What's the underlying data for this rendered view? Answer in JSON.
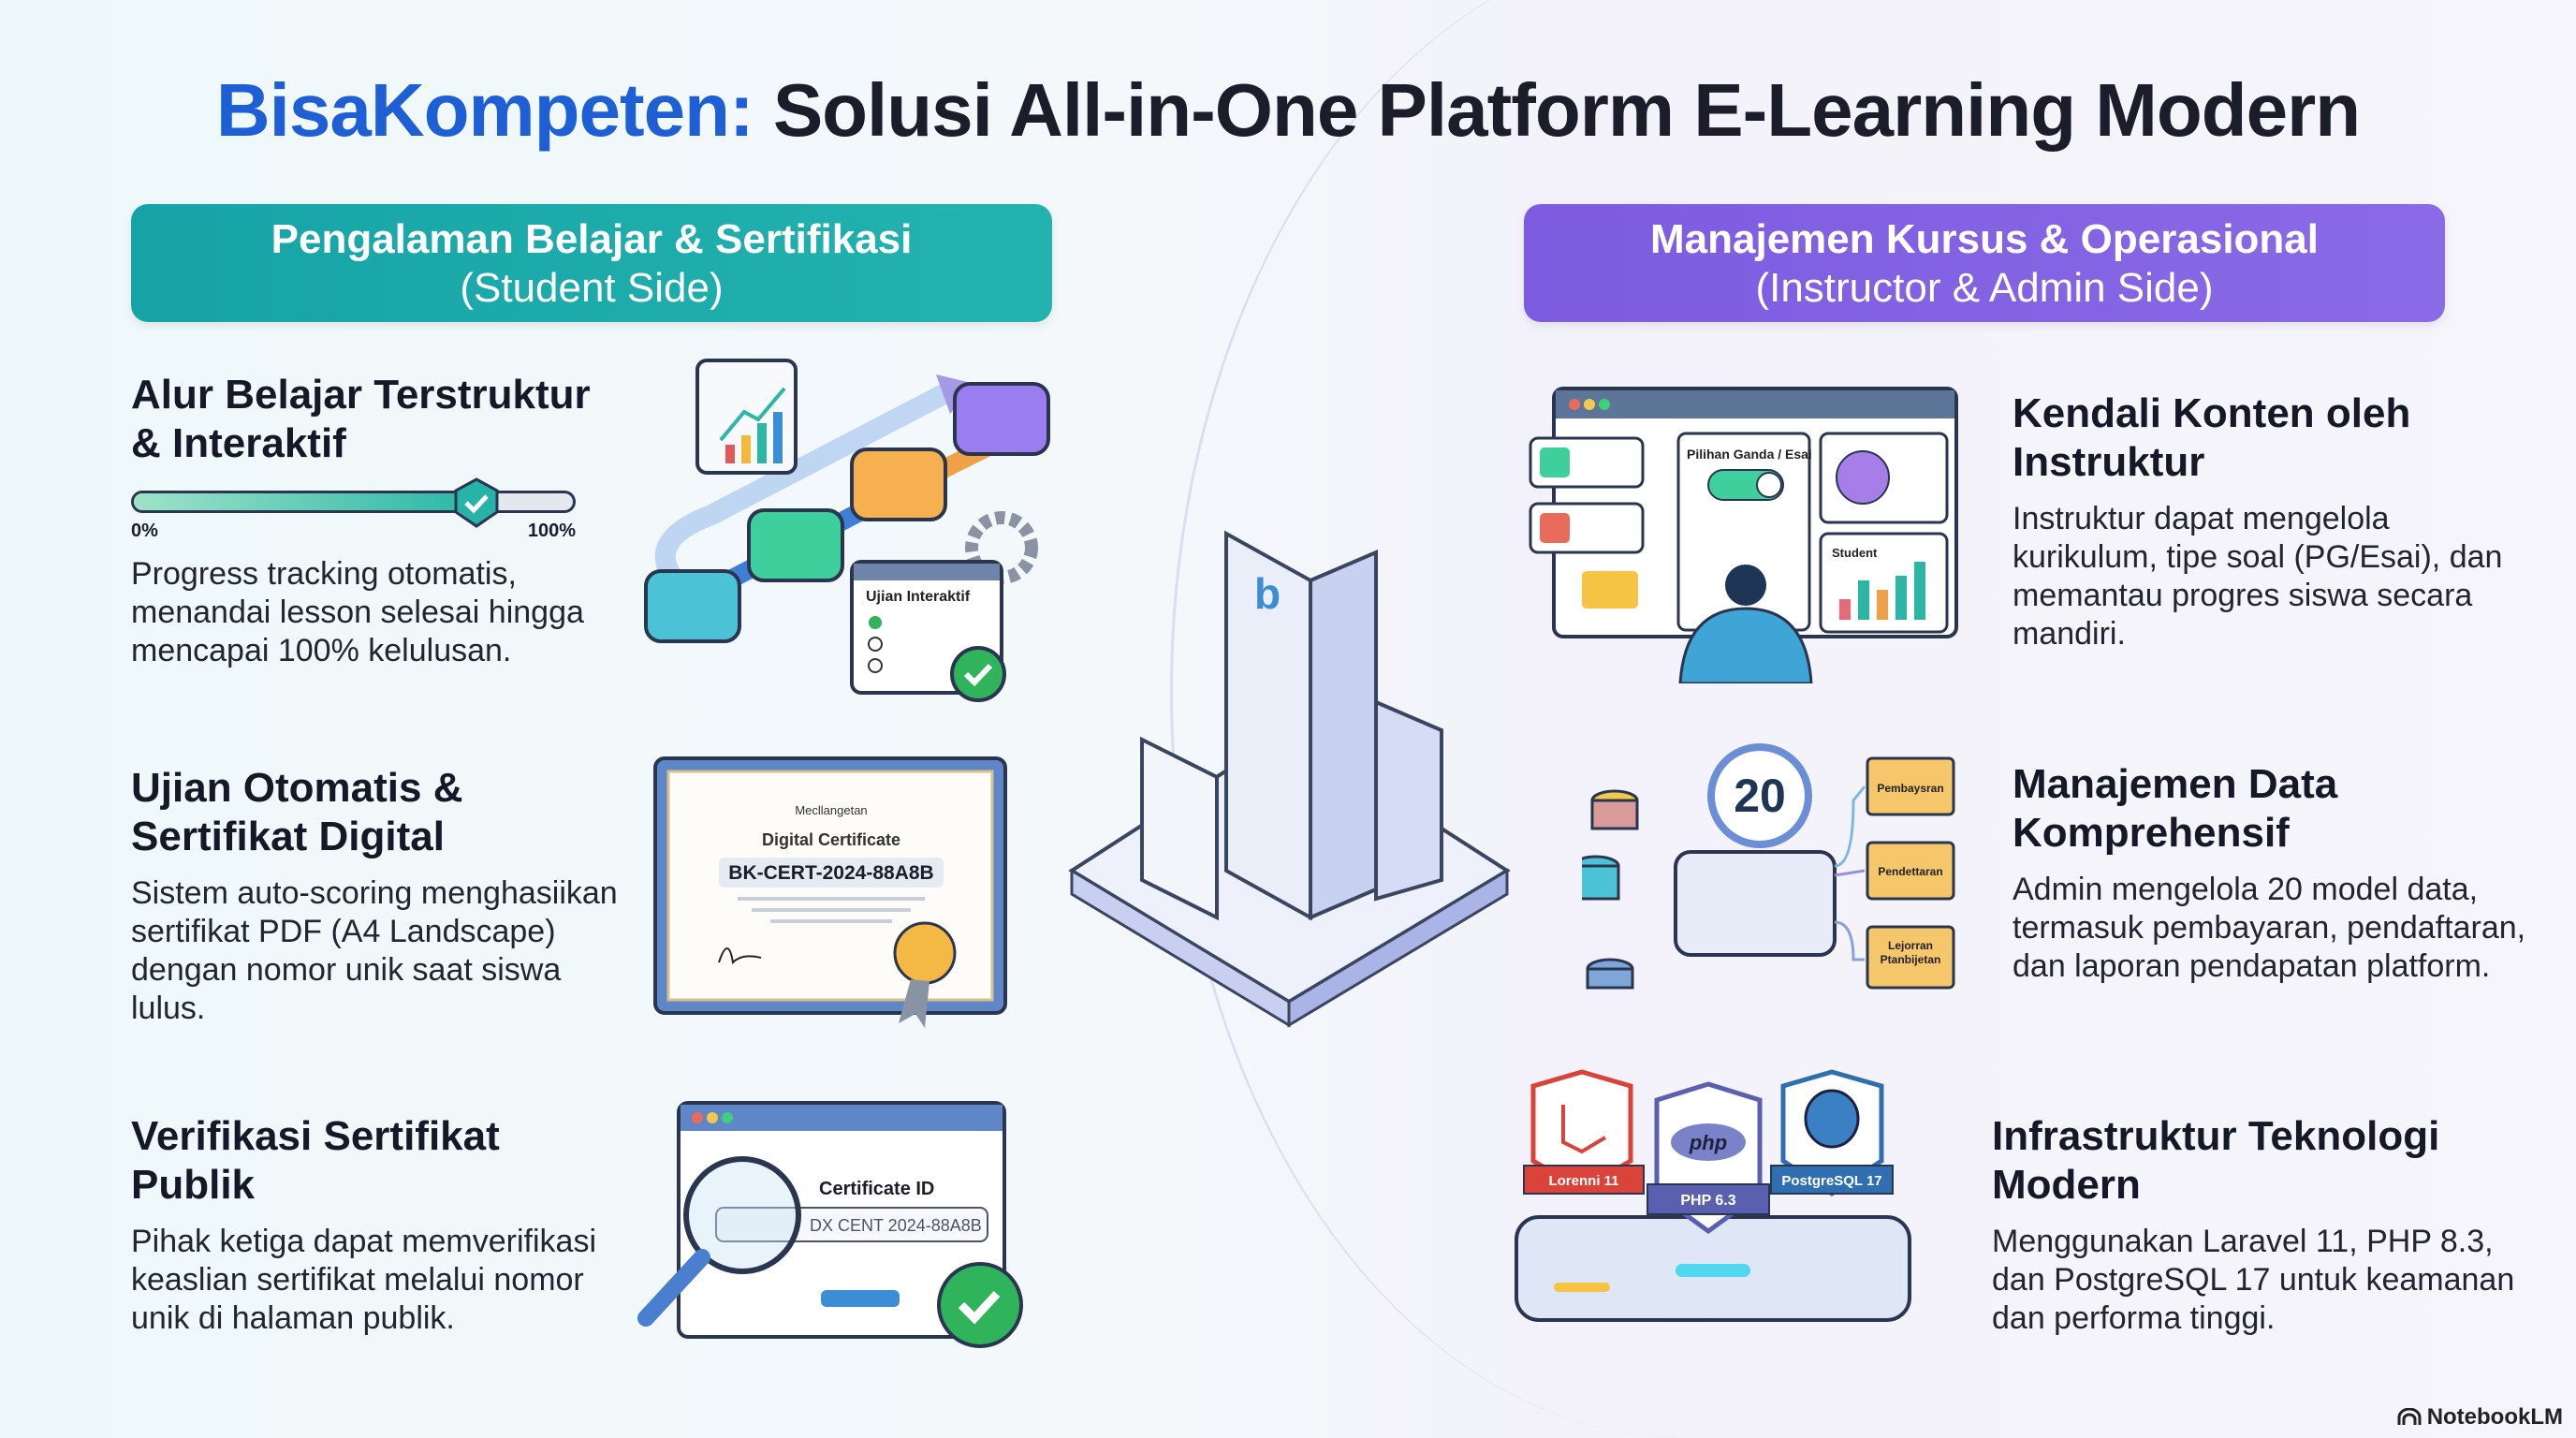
{
  "title": {
    "brand": "BisaKompeten:",
    "rest": " Solusi All-in-One Platform E-Learning Modern"
  },
  "left_banner": {
    "title": "Pengalaman Belajar & Sertifikasi",
    "subtitle": "(Student Side)"
  },
  "right_banner": {
    "title": "Manajemen Kursus & Operasional",
    "subtitle": "(Instructor & Admin Side)"
  },
  "student": [
    {
      "heading": "Alur Belajar Terstruktur & Interaktif",
      "body": "Progress tracking otomatis, menandai lesson selesai hingga mencapai 100% kelulusan.",
      "progress": {
        "min_label": "0%",
        "max_label": "100%",
        "value_percent": 78
      }
    },
    {
      "heading": "Ujian Otomatis & Sertifikat Digital",
      "body": "Sistem auto-scoring menghasiikan sertifikat PDF (A4 Landscape) dengan nomor unik saat siswa lulus."
    },
    {
      "heading": "Verifikasi Sertifikat Publik",
      "body": "Pihak ketiga dapat memverifikasi keaslian sertifikat melalui nomor unik di halaman publik."
    }
  ],
  "admin": [
    {
      "heading": "Kendali Konten oleh Instruktur",
      "body": "Instruktur dapat mengelola kurikulum, tipe soal (PG/Esai), dan memantau progres siswa secara mandiri."
    },
    {
      "heading": "Manajemen Data Komprehensif",
      "body": "Admin mengelola 20 model data, termasuk pembayaran, pendaftaran, dan laporan pendapatan platform."
    },
    {
      "heading": "Infrastruktur Teknologi Modern",
      "body": "Menggunakan Laravel 11, PHP 8.3, dan PostgreSQL 17 untuk keamanan dan performa tinggi."
    }
  ],
  "illustrations": {
    "quiz_window_title": "Ujian Interaktif",
    "certificate": {
      "brand": "Mecllangetan",
      "title": "Digital Certificate",
      "number": "BK-CERT-2024-88A8B"
    },
    "verify": {
      "label": "Certificate ID",
      "value": "DX CENT 2024-88A8B"
    },
    "instructor": {
      "panel_title": "Pilihan Ganda / Esai",
      "chart_label": "Student"
    },
    "data": {
      "count": "20",
      "folders": [
        "Pembaysran",
        "Pendettaran",
        "Lejorran Ptanbijetan"
      ]
    },
    "tech": [
      "Lorenni 11",
      "php",
      "PHP 6.3",
      "PostgreSQL 17"
    ]
  },
  "footer": "NotebookLM",
  "colors": {
    "brand_blue": "#1f5fd6",
    "teal": "#17a3a6",
    "purple": "#7d5be0"
  }
}
